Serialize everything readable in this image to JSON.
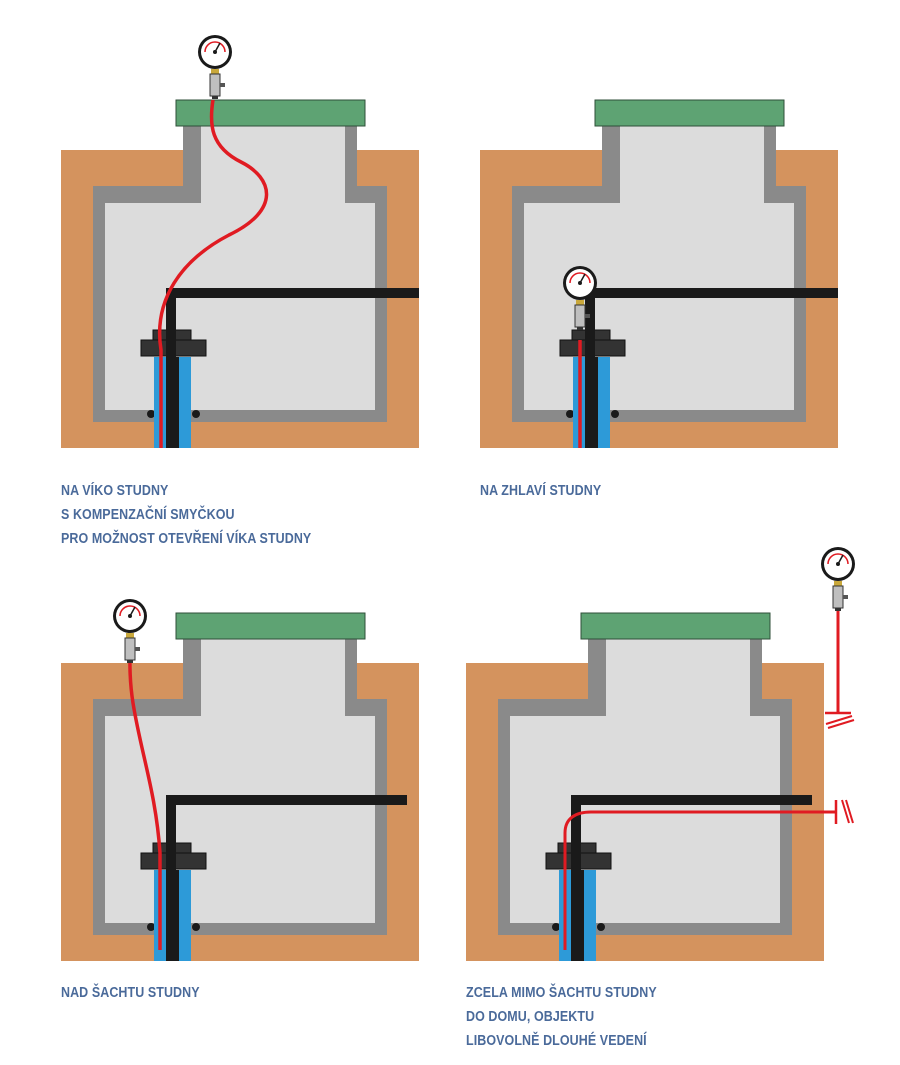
{
  "colors": {
    "soil": "#d4935e",
    "concrete": "#8a8a8a",
    "interior": "#dcdcdc",
    "lid": "#5ea373",
    "black_pipe": "#1a1a1a",
    "red_hose": "#e01b22",
    "blue_pipe": "#2d9ad8",
    "flange": "#333333",
    "caption": "#4a6a9a"
  },
  "icons": [
    "pressure-gauge-icon"
  ],
  "panels": [
    {
      "id": "lid",
      "caption": [
        "NA VÍKO STUDNY",
        "S KOMPENZAČNÍ SMYČKOU",
        "PRO MOŽNOST OTEVŘENÍ VÍKA STUDNY"
      ]
    },
    {
      "id": "wellhead",
      "caption": [
        "NA ZHLAVÍ STUDNY"
      ]
    },
    {
      "id": "above-shaft",
      "caption": [
        "NAD ŠACHTU STUDNY"
      ]
    },
    {
      "id": "outside-shaft",
      "caption": [
        "ZCELA MIMO ŠACHTU STUDNY",
        "DO DOMU, OBJEKTU",
        "LIBOVOLNĚ DLOUHÉ VEDENÍ"
      ]
    }
  ]
}
